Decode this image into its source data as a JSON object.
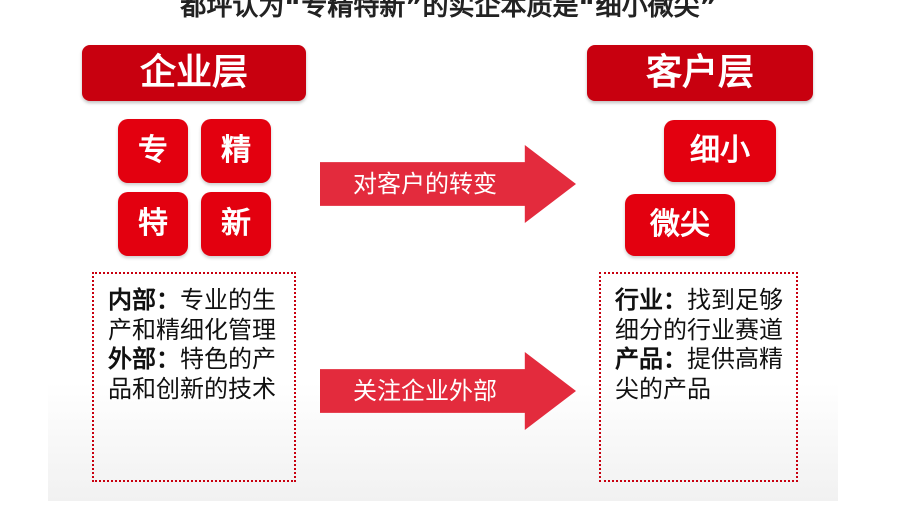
{
  "page_title": "都坪认为“专精特新”的实企本质是“细小微尖”",
  "left_header": "企业层",
  "right_header": "客户层",
  "left_tiles": [
    "专",
    "精",
    "特",
    "新"
  ],
  "right_tiles": [
    "细小",
    "微尖"
  ],
  "arrow_top_label": "对客户的转变",
  "arrow_bottom_label": "关注企业外部",
  "left_box": {
    "p1_term": "内部：",
    "p1_text": "专业的生产和精细化管理",
    "p2_term": "外部：",
    "p2_text": "特色的产品和创新的技术"
  },
  "right_box": {
    "p1_term": "行业：",
    "p1_text": "找到足够细分的行业赛道",
    "p2_term": "产品：",
    "p2_text": "提供高精尖的产品"
  },
  "colors": {
    "header_red": "#c8000f",
    "tile_red": "#e3000f",
    "arrow_red": "#e32b3d"
  }
}
